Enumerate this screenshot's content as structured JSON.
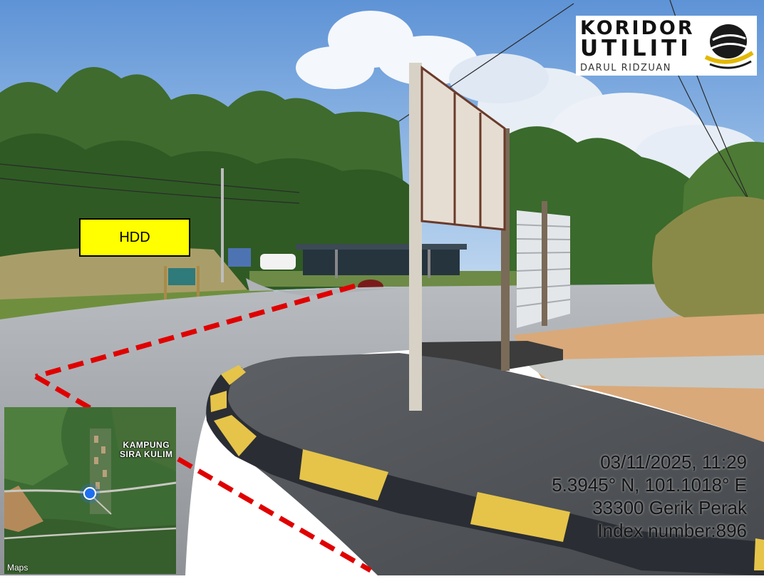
{
  "logo": {
    "line1": "KORIDOR",
    "line2": "UTILITI",
    "line3": "DARUL RIDZUAN",
    "emblem_icon": "globe-emblem-icon"
  },
  "marker_label": "HDD",
  "stamp": {
    "datetime": "03/11/2025, 11:29",
    "coordinates": "5.3945° N, 101.1018° E",
    "address": "33300 Gerik Perak",
    "index": "Index number:896"
  },
  "map_inset": {
    "place_line1": "KAMPUNG",
    "place_line2": "SIRA KULIM",
    "attribution": "Maps",
    "attribution_icon": "apple-icon"
  },
  "colors": {
    "marker_fill": "#ffff00",
    "leader_line": "#e00000",
    "location_dot": "#1e6ff0"
  }
}
